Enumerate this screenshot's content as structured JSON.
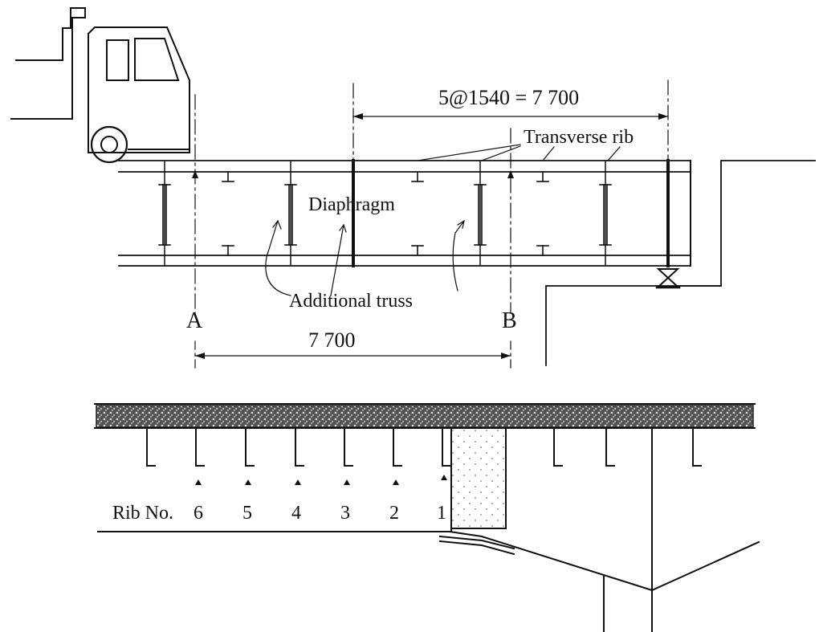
{
  "top_view": {
    "dimension_spacing": "5@1540 = 7 700",
    "label_transverse_rib": "Transverse rib",
    "label_diaphragm": "Diaphragm",
    "label_additional_truss": "Additional truss",
    "section_a": "A",
    "section_b": "B",
    "dimension_ab": "7 700"
  },
  "cross_section": {
    "rib_label": "Rib No.",
    "rib_numbers": [
      "6",
      "5",
      "4",
      "3",
      "2",
      "1"
    ]
  }
}
